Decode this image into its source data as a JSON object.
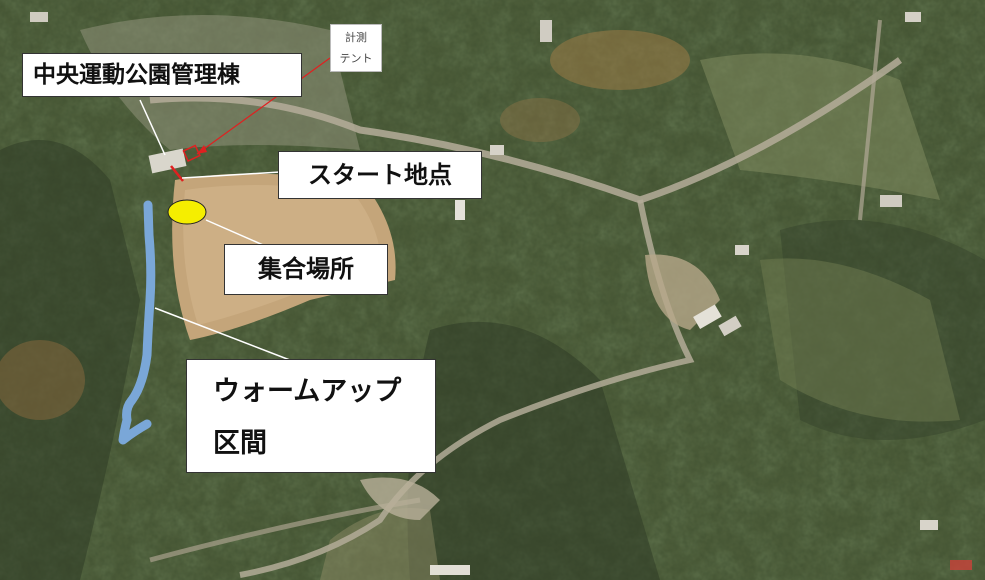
{
  "map": {
    "labels": {
      "building": "中央運動公園管理棟",
      "start": "スタート地点",
      "gathering": "集合場所",
      "warmup_line1": "ウォームアップ",
      "warmup_line2": "区間",
      "tent_line1": "計測",
      "tent_line2": "テント"
    },
    "colors": {
      "start_marker": "#e02020",
      "gathering_marker": "#f5ee00",
      "warmup_route": "#7aa7d8",
      "tent_pointer": "#e02020"
    }
  }
}
